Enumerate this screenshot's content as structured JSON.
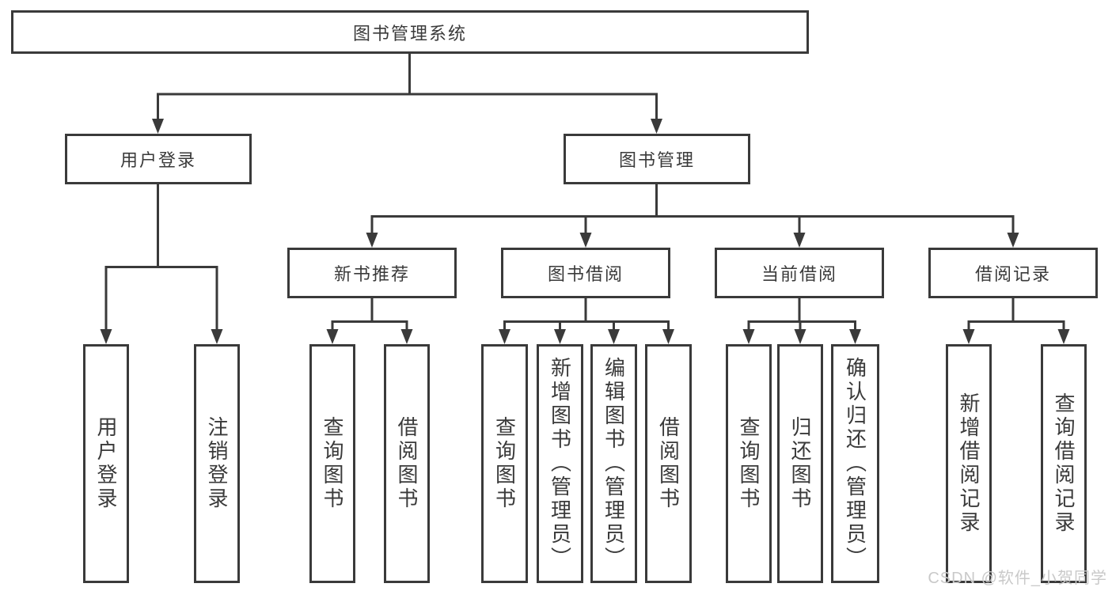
{
  "diagram_type": "functional-structure-tree",
  "colors": {
    "line": "#3a3a3a",
    "text": "#3a3a3a",
    "box_border": "#3a3a3a",
    "box_fill": "#ffffff",
    "background": "#ffffff",
    "watermark": "#c9c9c9"
  },
  "watermark": {
    "text": "CSDN @软件_小贺同学"
  },
  "tree": {
    "label": "图书管理系统",
    "children": [
      {
        "label": "用户登录",
        "children": [
          {
            "label": "用户登录"
          },
          {
            "label": "注销登录"
          }
        ]
      },
      {
        "label": "图书管理",
        "children": [
          {
            "label": "新书推荐",
            "children": [
              {
                "label": "查询图书"
              },
              {
                "label": "借阅图书"
              }
            ]
          },
          {
            "label": "图书借阅",
            "children": [
              {
                "label": "查询图书"
              },
              {
                "label": "新增图书（管理员）"
              },
              {
                "label": "编辑图书（管理员）"
              },
              {
                "label": "借阅图书"
              }
            ]
          },
          {
            "label": "当前借阅",
            "children": [
              {
                "label": "查询图书"
              },
              {
                "label": "归还图书"
              },
              {
                "label": "确认归还（管理员）"
              }
            ]
          },
          {
            "label": "借阅记录",
            "children": [
              {
                "label": "新增借阅记录"
              },
              {
                "label": "查询借阅记录"
              }
            ]
          }
        ]
      }
    ]
  }
}
